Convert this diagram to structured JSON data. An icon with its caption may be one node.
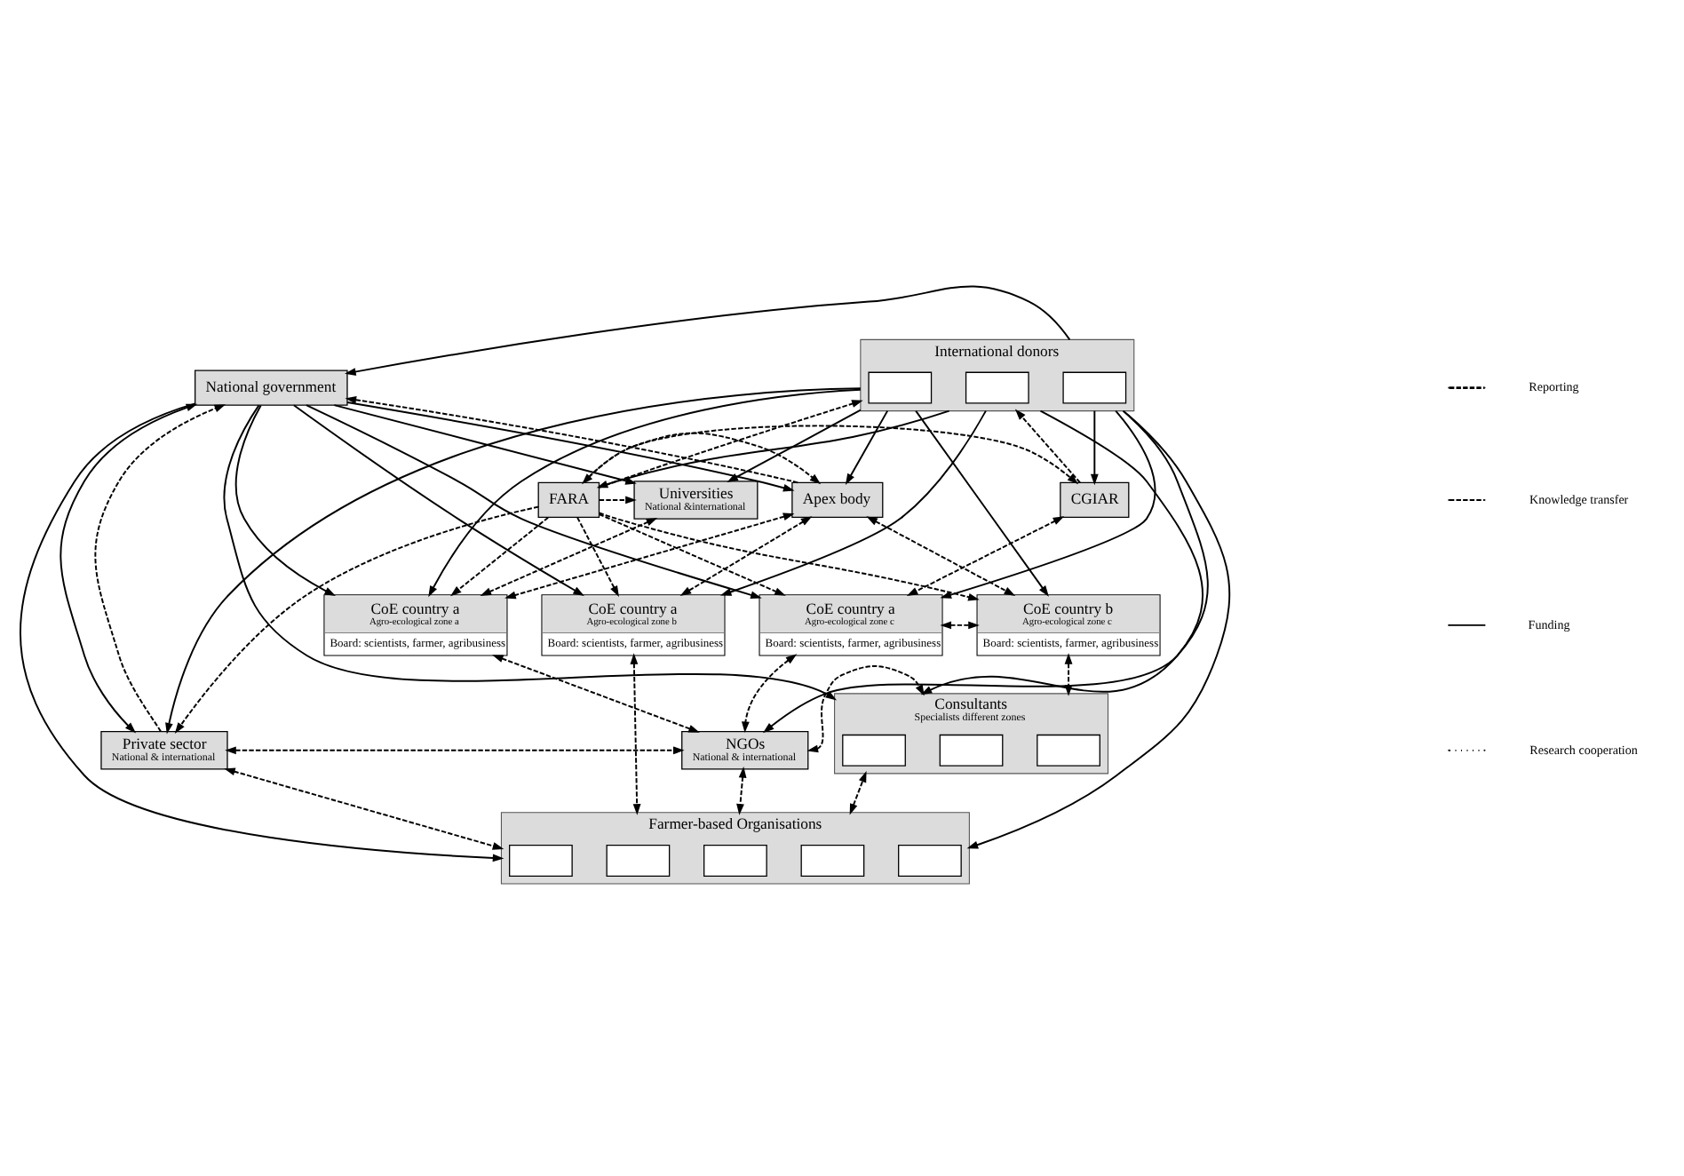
{
  "diagram": {
    "nodes": [
      {
        "text": [
          "National government"
        ]
      },
      {
        "text": [
          "International donors"
        ]
      },
      {
        "text": [],
        "shape": "box",
        "in": 1
      },
      {
        "text": [],
        "shape": "box",
        "in": 1
      },
      {
        "text": [],
        "shape": "box",
        "in": 1
      },
      {
        "text": [
          "Universities",
          "National &international"
        ]
      },
      {
        "text": [
          "FARA"
        ]
      },
      {
        "text": [
          "Apex body"
        ]
      },
      {
        "text": [
          "CGIAR"
        ]
      },
      {
        "text": [
          "CoE country a",
          "Agro-ecological zone a",
          "Board: scientists, farmer, agribusiness"
        ]
      },
      {
        "text": [
          "CoE country a",
          "Agro-ecological zone b",
          "Board: scientists, farmer, agribusiness"
        ]
      },
      {
        "text": [
          "CoE country a",
          "Agro-ecological zone c",
          "Board: scientists, farmer, agribusiness"
        ]
      },
      {
        "text": [
          "CoE country b",
          "Agro-ecological zone c",
          "Board: scientists, farmer, agribusiness"
        ]
      },
      {
        "text": [
          "Private sector",
          "National & international"
        ]
      },
      {
        "text": [
          "NGOs",
          "National & international"
        ]
      },
      {
        "text": [
          "Consultants",
          "Specialists different zones"
        ]
      },
      {
        "text": [],
        "shape": "box",
        "in": 15
      },
      {
        "text": [],
        "shape": "box",
        "in": 15
      },
      {
        "text": [],
        "shape": "box",
        "in": 15
      },
      {
        "text": [
          "Farmer-based Organisations"
        ]
      },
      {
        "text": [],
        "shape": "box",
        "in": 19
      },
      {
        "text": [],
        "shape": "box",
        "in": 19
      },
      {
        "text": [],
        "shape": "box",
        "in": 19
      },
      {
        "text": [],
        "shape": "box",
        "in": 19
      },
      {
        "text": [],
        "shape": "box",
        "in": 19
      }
    ],
    "edges": [
      {
        "from": 1,
        "to": 0,
        "arrow": "to"
      },
      {
        "from": 1,
        "to": 5,
        "arrow": "to"
      },
      {
        "from": 0,
        "to": 5,
        "arrow": "to"
      },
      {
        "from": 1,
        "to": 19,
        "arrow": "to"
      },
      {
        "from": 0,
        "to": 19,
        "arrow": "to"
      },
      {
        "from": 0,
        "to": 15,
        "arrow": "to"
      },
      {
        "from": 0,
        "to": 7,
        "arrow": "to"
      },
      {
        "from": 1,
        "to": 7,
        "arrow": "to"
      },
      {
        "from": 1,
        "to": 6,
        "arrow": "to"
      },
      {
        "from": 1,
        "to": 8,
        "arrow": "to"
      },
      {
        "from": 0,
        "to": 9,
        "arrow": "to"
      },
      {
        "from": 0,
        "to": 10,
        "arrow": "to"
      },
      {
        "from": 0,
        "to": 11,
        "arrow": "to"
      },
      {
        "from": 1,
        "to": 9,
        "arrow": "to"
      },
      {
        "from": 1,
        "to": 10,
        "arrow": "to"
      },
      {
        "from": 1,
        "to": 11,
        "arrow": "to"
      },
      {
        "from": 1,
        "to": 12,
        "arrow": "to"
      },
      {
        "from": 1,
        "to": 15,
        "arrow": "to"
      },
      {
        "from": 1,
        "to": 14,
        "arrow": "to"
      },
      {
        "from": 1,
        "to": 13,
        "arrow": "to"
      },
      {
        "from": 0,
        "to": 13,
        "arrow": "both"
      },
      {
        "from": 7,
        "to": 0,
        "arrow": "to",
        "style": "dashed"
      },
      {
        "from": 6,
        "to": 1,
        "arrow": "to",
        "style": "dashed"
      },
      {
        "from": 8,
        "to": 1,
        "arrow": "to",
        "style": "dashed"
      },
      {
        "from": 13,
        "to": 0,
        "arrow": "to",
        "style": "dashed"
      },
      {
        "from": 5,
        "to": 9,
        "arrow": "both",
        "style": "dashed"
      },
      {
        "from": 7,
        "to": 9,
        "arrow": "both",
        "style": "dashed"
      },
      {
        "from": 7,
        "to": 10,
        "arrow": "both",
        "style": "dashed"
      },
      {
        "from": 7,
        "to": 12,
        "arrow": "both",
        "style": "dashed"
      },
      {
        "from": 8,
        "to": 11,
        "arrow": "both",
        "style": "dashed"
      },
      {
        "from": 11,
        "to": 12,
        "arrow": "both",
        "style": "dashed"
      },
      {
        "from": 6,
        "to": 7,
        "arrow": "both",
        "style": "dashed"
      },
      {
        "from": 6,
        "to": 5,
        "arrow": "to",
        "style": "dashed"
      },
      {
        "from": 6,
        "to": 8,
        "arrow": "to",
        "style": "dashed"
      },
      {
        "from": 6,
        "to": 13,
        "arrow": "to",
        "style": "dashed"
      },
      {
        "from": 6,
        "to": 9,
        "arrow": "to",
        "style": "dashed"
      },
      {
        "from": 6,
        "to": 10,
        "arrow": "to",
        "style": "dashed"
      },
      {
        "from": 6,
        "to": 11,
        "arrow": "to",
        "style": "dashed"
      },
      {
        "from": 6,
        "to": 12,
        "arrow": "to",
        "style": "dashed"
      },
      {
        "from": 9,
        "to": 14,
        "arrow": "both",
        "style": "dashed"
      },
      {
        "from": 11,
        "to": 14,
        "arrow": "both",
        "style": "dashed"
      },
      {
        "from": 10,
        "to": 19,
        "arrow": "both",
        "style": "dashed"
      },
      {
        "from": 12,
        "to": 15,
        "arrow": "both",
        "style": "dashed"
      },
      {
        "from": 13,
        "to": 14,
        "arrow": "both",
        "style": "dashed"
      },
      {
        "from": 13,
        "to": 19,
        "arrow": "both",
        "style": "dashed"
      },
      {
        "from": 14,
        "to": 19,
        "arrow": "both",
        "style": "dashed"
      },
      {
        "from": 14,
        "to": 15,
        "arrow": "both",
        "style": "dashed"
      },
      {
        "from": 19,
        "to": 15,
        "arrow": "both",
        "style": "dashed"
      }
    ],
    "legend": [
      {
        "text": "Reporting"
      },
      {
        "text": "Knowledge transfer"
      },
      {
        "text": "Funding"
      },
      {
        "text": "Research cooperation"
      }
    ]
  }
}
